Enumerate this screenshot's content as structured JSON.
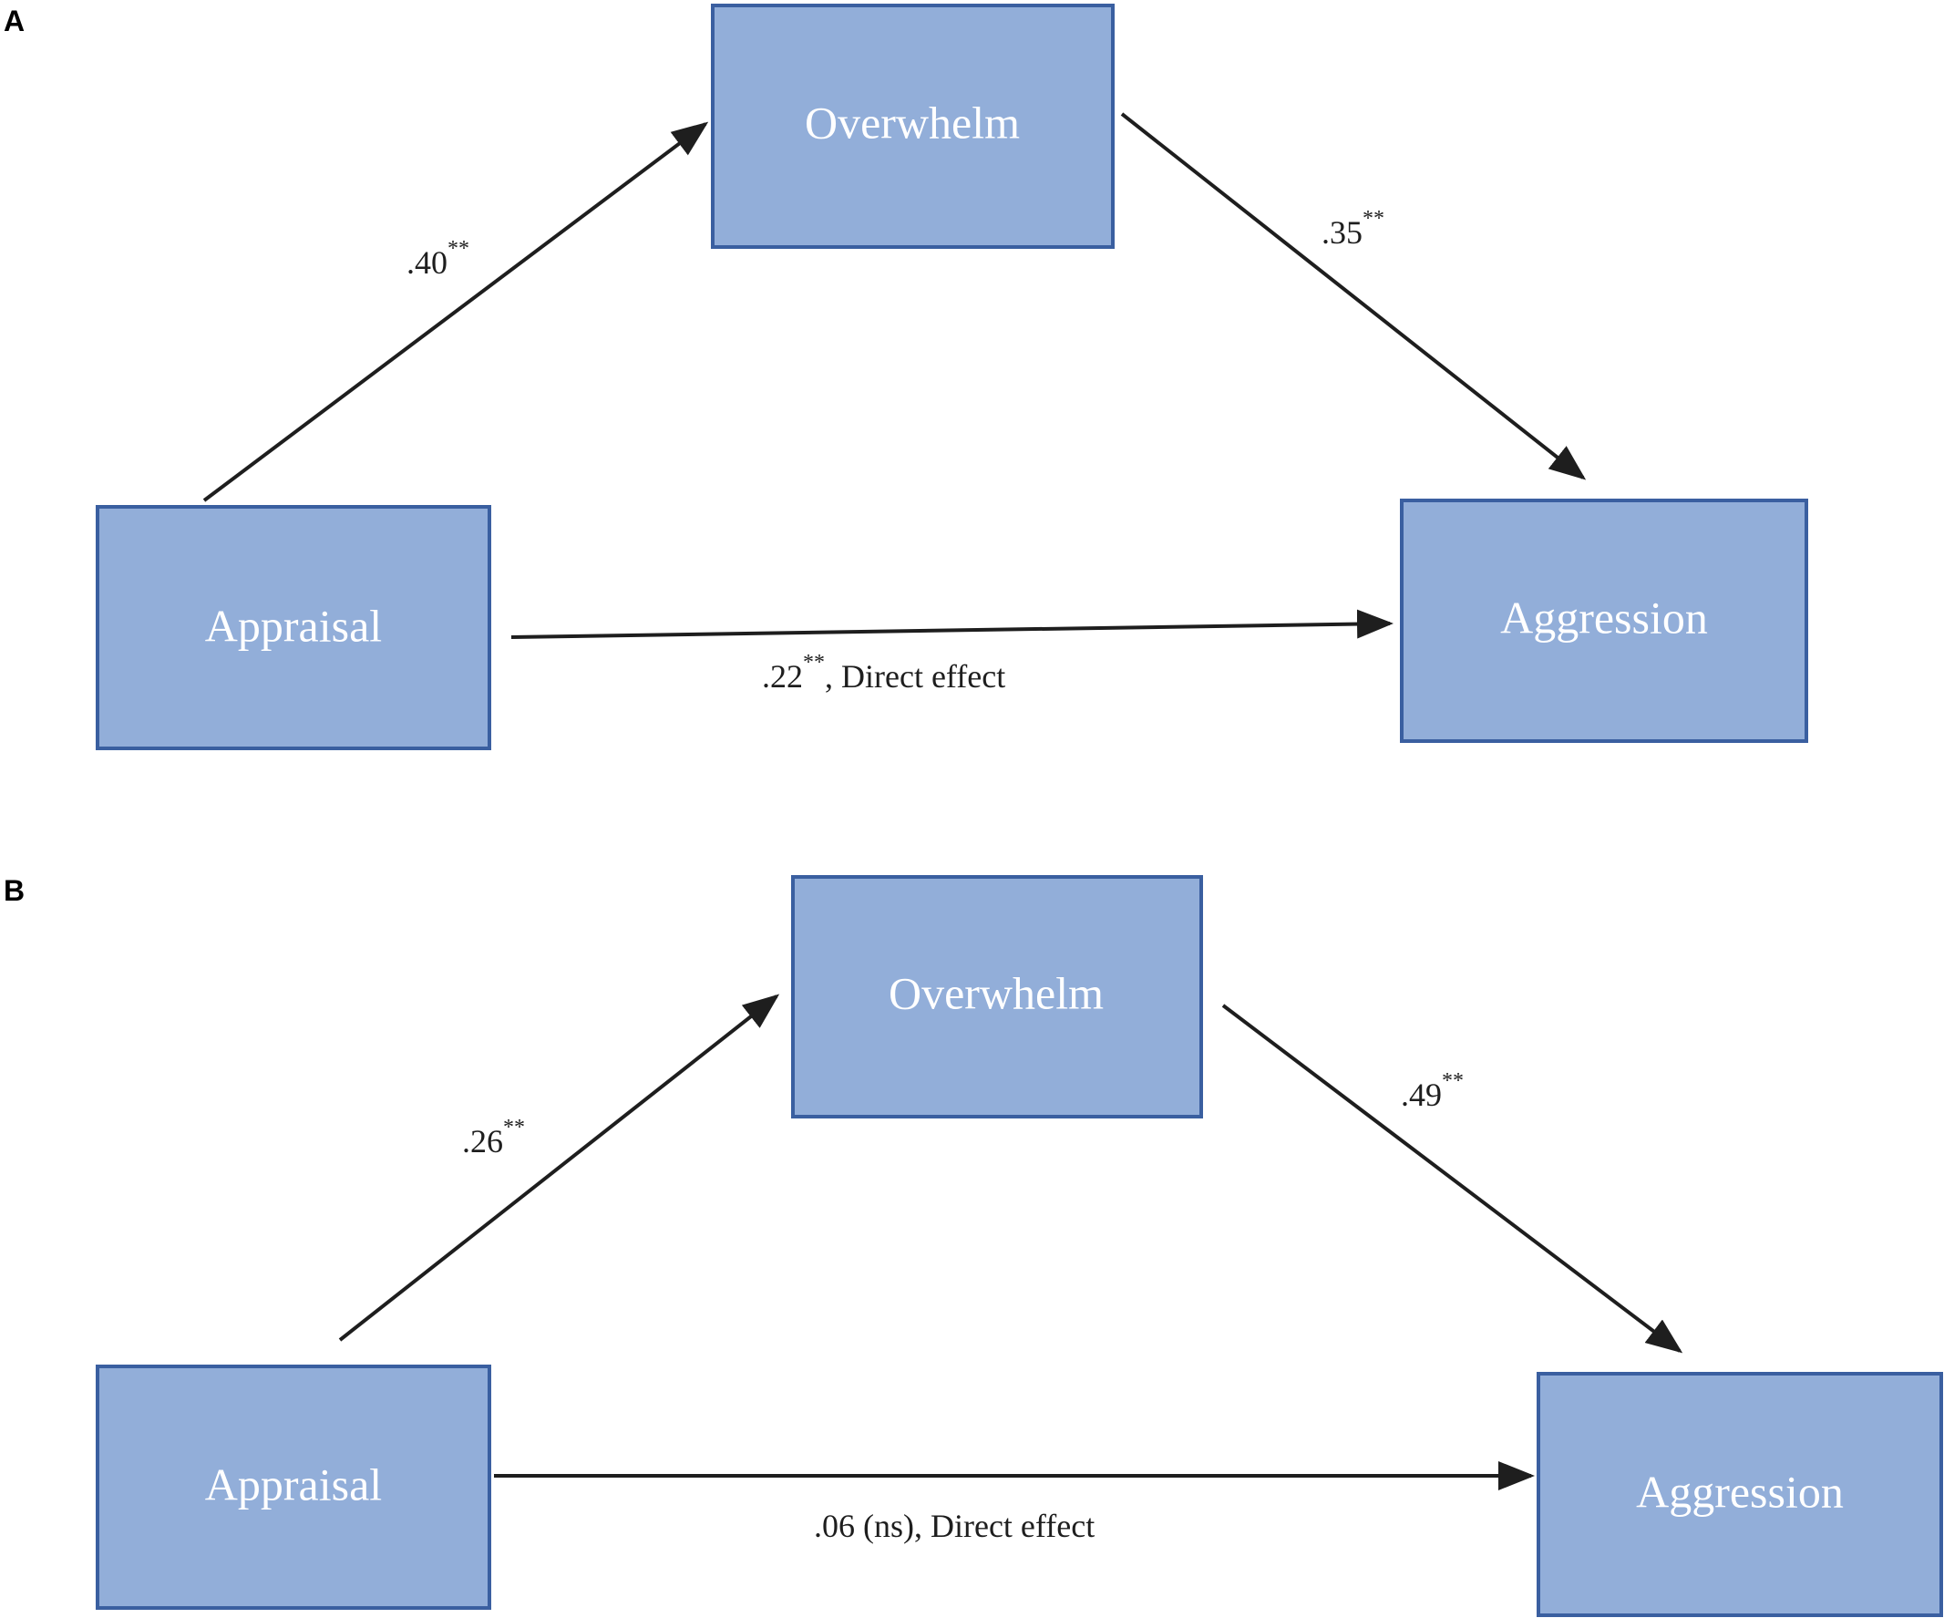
{
  "panels": [
    {
      "id": "A",
      "label": "A",
      "nodes": {
        "overwhelm": "Overwhelm",
        "appraisal": "Appraisal",
        "aggression": "Aggression"
      },
      "paths": {
        "a": {
          "value": ".40",
          "sig": "**"
        },
        "b": {
          "value": ".35",
          "sig": "**"
        },
        "c": {
          "value": ".22",
          "sig": "**",
          "suffix": ", Direct effect"
        }
      }
    },
    {
      "id": "B",
      "label": "B",
      "nodes": {
        "overwhelm": "Overwhelm",
        "appraisal": "Appraisal",
        "aggression": "Aggression"
      },
      "paths": {
        "a": {
          "value": ".26",
          "sig": "**"
        },
        "b": {
          "value": ".49",
          "sig": "**"
        },
        "c": {
          "value": ".06 (ns), Direct effect"
        }
      }
    }
  ],
  "colors": {
    "box_fill": "#92aed9",
    "box_stroke": "#3a5fa0",
    "box_text": "#ffffff",
    "arrow": "#1e1e1e"
  }
}
